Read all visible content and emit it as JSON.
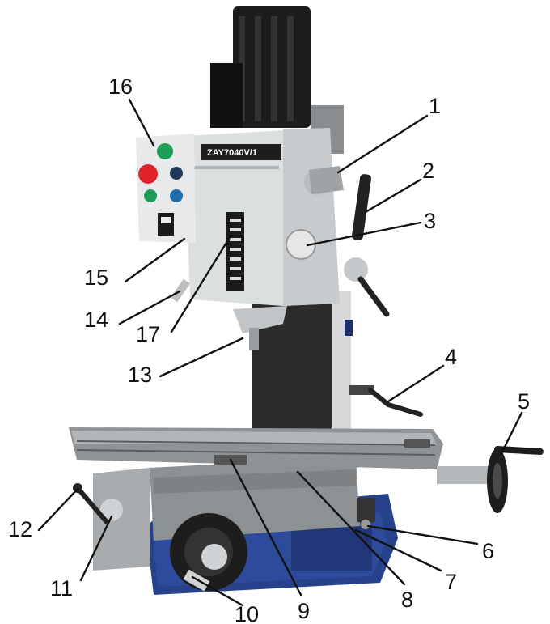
{
  "diagram": {
    "model_plate": "ZAY7040V/1",
    "callouts": [
      {
        "id": "1",
        "label": "1"
      },
      {
        "id": "2",
        "label": "2"
      },
      {
        "id": "3",
        "label": "3"
      },
      {
        "id": "4",
        "label": "4"
      },
      {
        "id": "5",
        "label": "5"
      },
      {
        "id": "6",
        "label": "6"
      },
      {
        "id": "7",
        "label": "7"
      },
      {
        "id": "8",
        "label": "8"
      },
      {
        "id": "9",
        "label": "9"
      },
      {
        "id": "10",
        "label": "10"
      },
      {
        "id": "11",
        "label": "11"
      },
      {
        "id": "12",
        "label": "12"
      },
      {
        "id": "13",
        "label": "13"
      },
      {
        "id": "14",
        "label": "14"
      },
      {
        "id": "15",
        "label": "15"
      },
      {
        "id": "16",
        "label": "16"
      },
      {
        "id": "17",
        "label": "17"
      }
    ],
    "colors": {
      "motor": "#1c1c1c",
      "head": "#dcdfe0",
      "column": "#2a2a2a",
      "table": "#8f9396",
      "base": "#27418a",
      "button_green": "#1f9e5a",
      "button_red": "#e0242a",
      "button_blue": "#1f6fb0"
    }
  }
}
